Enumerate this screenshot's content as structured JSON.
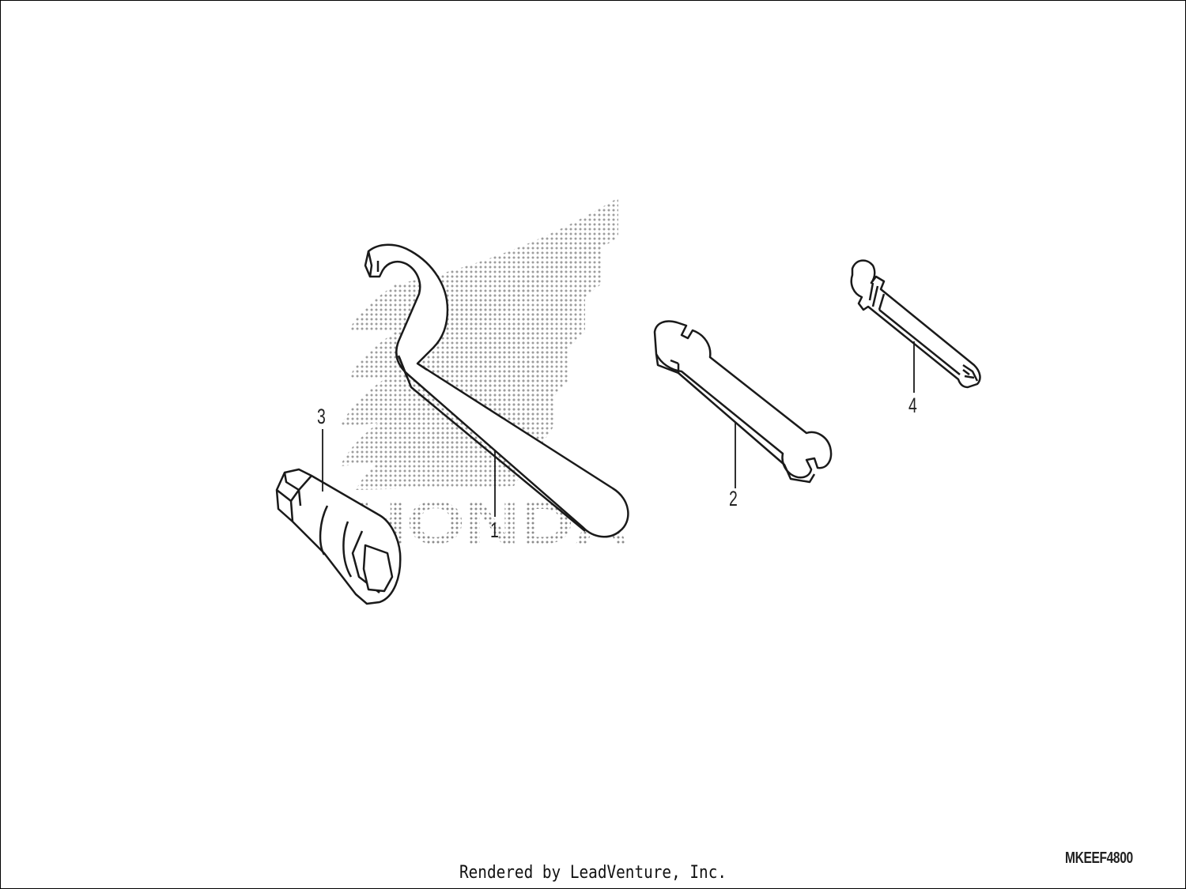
{
  "diagram": {
    "watermark_text": "HONDA",
    "code": "MKEEF4800",
    "credit": "Rendered by LeadVenture, Inc.",
    "callouts": {
      "part1": "1",
      "part2": "2",
      "part3": "3",
      "part4": "4"
    }
  },
  "colors": {
    "line": "#1a1a1a",
    "watermark": "#8c8c8c"
  }
}
